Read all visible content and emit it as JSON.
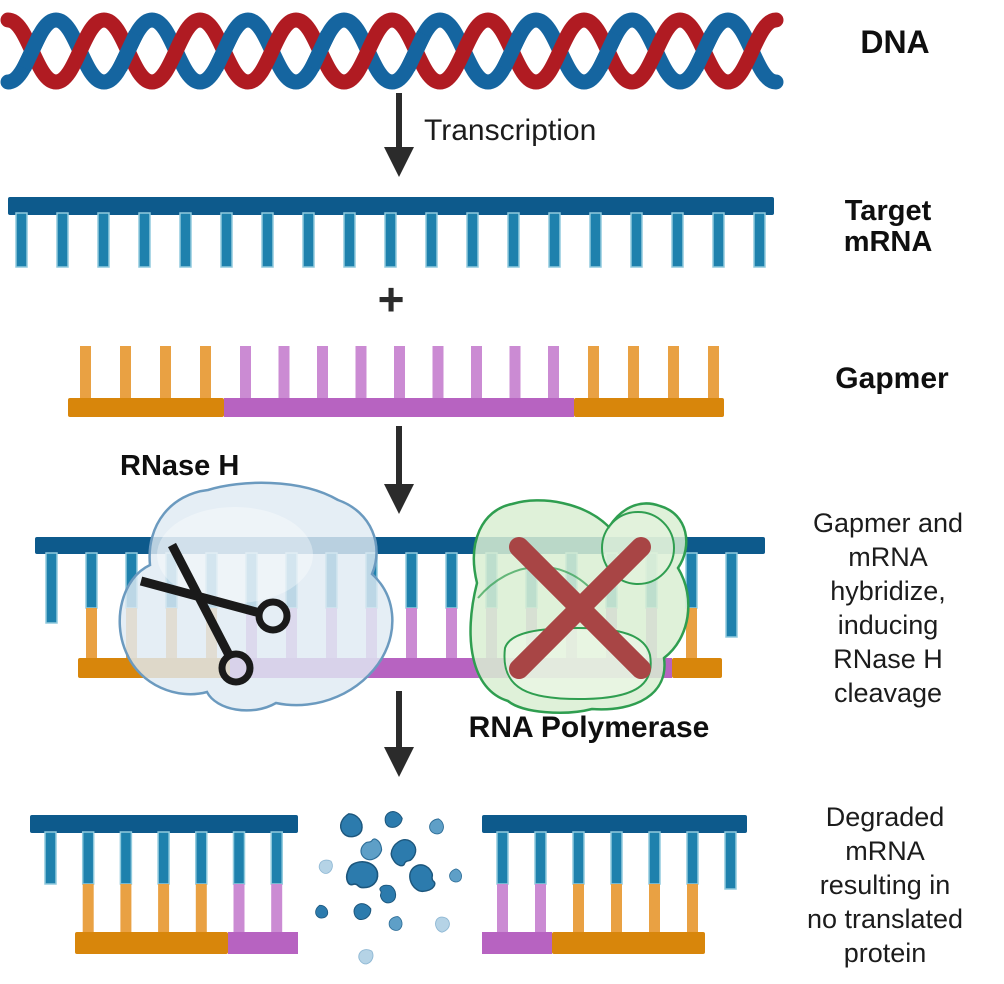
{
  "colors": {
    "dna_red": "#b01b22",
    "dna_blue": "#1565a0",
    "mrna_backbone": "#0d5a8c",
    "mrna_tooth": "#1e81ad",
    "mrna_tooth_edge": "#90cadd",
    "flank_backbone": "#d8860b",
    "flank_tooth": "#e9a143",
    "core_backbone": "#b763c1",
    "core_tooth": "#cb8bd3",
    "rnase_fill": "#dfeaf3",
    "rnase_stroke": "#6b9abf",
    "poly_fill": "#d9efd2",
    "poly_stroke": "#2f9e50",
    "cross_red": "#a84545",
    "ink": "#2b2b2b",
    "debris_dark": "#2c7bad",
    "debris_mid": "#5e9fc7",
    "debris_light": "#b5d3e6"
  },
  "dna": {
    "label": "DNA"
  },
  "transcription": {
    "label": "Transcription"
  },
  "target_mrna": {
    "label": "Target\nmRNA",
    "plus": "+"
  },
  "gapmer": {
    "label": "Gapmer"
  },
  "hybridization": {
    "rnase_label": "RNase H",
    "polymerase_label": "RNA Polymerase",
    "caption": "Gapmer and\nmRNA\nhybridize,\ninducing\nRNase H\ncleavage"
  },
  "degradation": {
    "caption": "Degraded\nmRNA\nresulting in\nno translated\nprotein"
  }
}
